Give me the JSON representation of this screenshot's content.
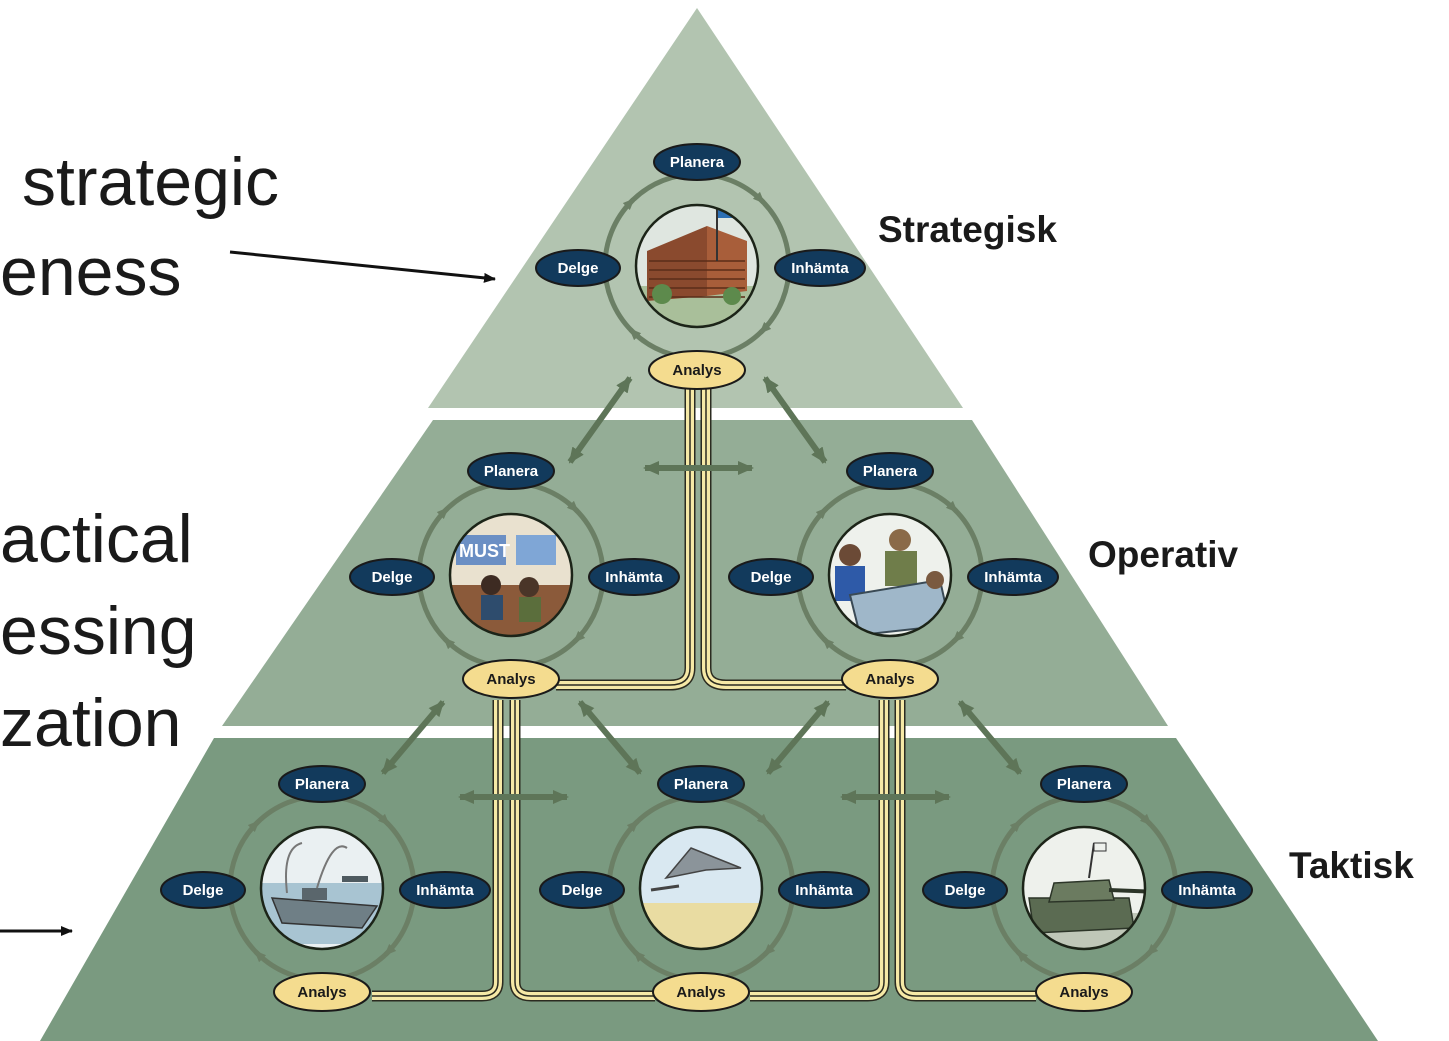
{
  "slide": {
    "text_lines": [
      {
        "key": "t1",
        "text": "strategic"
      },
      {
        "key": "t2",
        "text": "eness"
      },
      {
        "key": "t3",
        "text": "actical"
      },
      {
        "key": "t4",
        "text": "essing"
      },
      {
        "key": "t5",
        "text": "zation"
      }
    ]
  },
  "diagram": {
    "levels": [
      {
        "id": "strategisk",
        "label": "Strategisk"
      },
      {
        "id": "operativ",
        "label": "Operativ"
      },
      {
        "id": "taktisk",
        "label": "Taktisk"
      }
    ],
    "cycle_labels": {
      "top": "Planera",
      "left": "Delge",
      "right": "Inhämta",
      "bottom": "Analys"
    },
    "cycles": [
      {
        "id": "cycle-strategisk",
        "level": "strategisk",
        "picture": "headquarters-building"
      },
      {
        "id": "cycle-operativ-1",
        "level": "operativ",
        "picture": "intelligence-room",
        "picture_text": "MUST"
      },
      {
        "id": "cycle-operativ-2",
        "level": "operativ",
        "picture": "officers-map-table"
      },
      {
        "id": "cycle-taktisk-1",
        "level": "taktisk",
        "picture": "attack-boat"
      },
      {
        "id": "cycle-taktisk-2",
        "level": "taktisk",
        "picture": "fighter-jet"
      },
      {
        "id": "cycle-taktisk-3",
        "level": "taktisk",
        "picture": "tank"
      }
    ],
    "colors": {
      "tier_top": "#b2c4b0",
      "tier_mid": "#94ad96",
      "tier_bottom": "#7a9a80",
      "pill_dark": "#123a5c",
      "pill_gold": "#f4dc8f",
      "link_yellow": "#f6e9a6",
      "ring": "#6b7f65"
    }
  }
}
